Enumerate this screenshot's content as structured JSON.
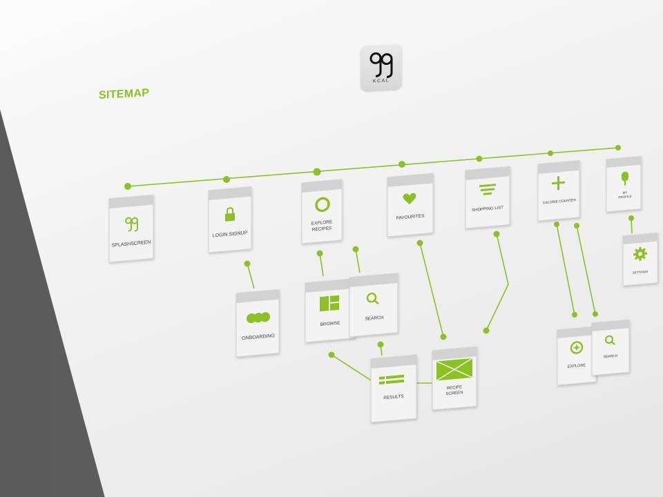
{
  "title": "SITEMAP",
  "logo": {
    "mark": "99",
    "text": "KCAL"
  },
  "colors": {
    "accent": "#8cc025",
    "line": "#8cc025",
    "card": "#f3f3f3",
    "card_header": "#d2d2d2"
  },
  "nodes": {
    "splashscreen": {
      "label": "SPLASHSCREEN",
      "icon": "logo-icon"
    },
    "login": {
      "label": "LOGIN SIGNUP",
      "icon": "lock-icon"
    },
    "explore_recipes": {
      "line1": "EXPLORE",
      "line2": "RECIPES",
      "icon": "circle-icon"
    },
    "favourites": {
      "label": "FAVOURITES",
      "icon": "heart-icon"
    },
    "shopping_list": {
      "label": "SHOPPING LIST",
      "icon": "list-lines-icon"
    },
    "calorie_counter": {
      "label": "CALORIE COUNTER",
      "icon": "plus-icon"
    },
    "my_profile": {
      "line1": "MY",
      "line2": "PROFILE",
      "icon": "mic-icon"
    },
    "settings": {
      "label": "SETTINGS",
      "icon": "gear-icon"
    },
    "onboarding": {
      "label": "ONBOARDING",
      "icon": "dots-icon"
    },
    "browse": {
      "label": "BROWSE",
      "icon": "grid-icon"
    },
    "search": {
      "label": "SEARCH",
      "icon": "search-icon"
    },
    "results": {
      "label": "RESULTS",
      "icon": "results-icon"
    },
    "recipe_screen": {
      "line1": "RECIPE",
      "line2": "SCREEN",
      "icon": "image-placeholder-icon"
    },
    "explore": {
      "label": "EXPLORE",
      "icon": "compass-icon"
    },
    "search2": {
      "label": "SEARCH",
      "icon": "search-icon"
    }
  }
}
